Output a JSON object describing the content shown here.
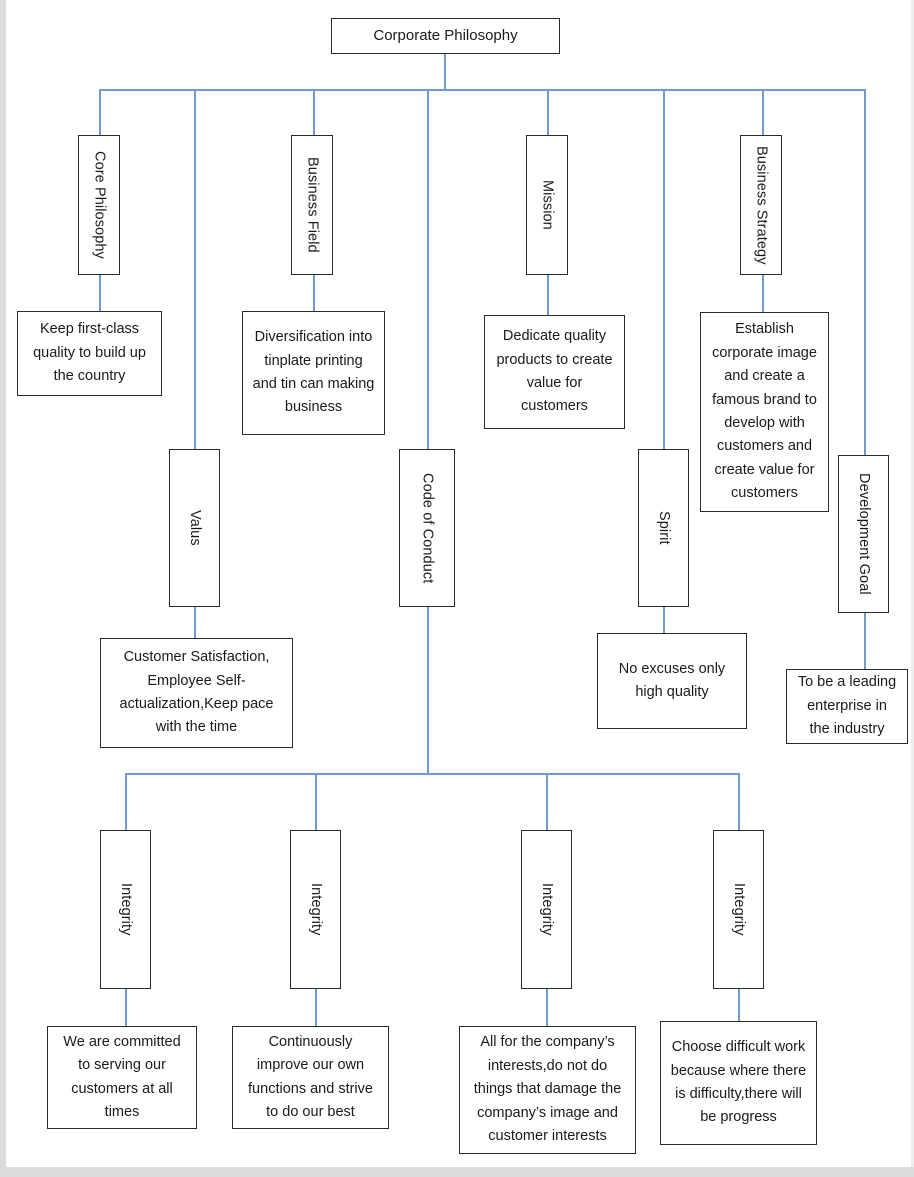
{
  "diagram": {
    "type": "org-chart",
    "title": "Corporate Philosophy",
    "root": {
      "label": "Corporate Philosophy"
    },
    "level1": [
      {
        "label": "Core Philosophy"
      },
      {
        "label": "Business Field"
      },
      {
        "label": "Mission"
      },
      {
        "label": "Business Strategy"
      }
    ],
    "level1_details": [
      {
        "label": "Keep first-class quality to build up the country"
      },
      {
        "label": "Diversification into tinplate printing and tin can making business"
      },
      {
        "label": "Dedicate quality products to create value for customers"
      },
      {
        "label": "Establish corporate image and create a famous brand to develop with customers and create value for customers"
      }
    ],
    "level2": [
      {
        "label": "Valus"
      },
      {
        "label": "Code of Conduct"
      },
      {
        "label": "Spirit"
      },
      {
        "label": "Development Goal"
      }
    ],
    "level2_details": [
      {
        "label": "Customer Satisfaction, Employee Self-actualization,Keep pace with the time"
      },
      {
        "label": "No excuses only high quality"
      },
      {
        "label": "To be a leading enterprise in the industry"
      }
    ],
    "level3": [
      {
        "label": "Integrity"
      },
      {
        "label": "Integrity"
      },
      {
        "label": "Integrity"
      },
      {
        "label": "Integrity"
      }
    ],
    "level3_details": [
      {
        "label": "We are committed to serving our customers at all times"
      },
      {
        "label": "Continuously improve our own functions and strive to do our best"
      },
      {
        "label": "All for the company’s interests,do not do things that damage the company’s image and customer interests"
      },
      {
        "label": "Choose difficult work because where there is difficulty,there will be progress"
      }
    ],
    "colors": {
      "connector": "#6f9bd1",
      "box_border": "#2b2b2b",
      "box_fill": "#ffffff",
      "text": "#1a1a1a",
      "page_background": "#ffffff",
      "gutter": "#dcdcdc"
    }
  }
}
